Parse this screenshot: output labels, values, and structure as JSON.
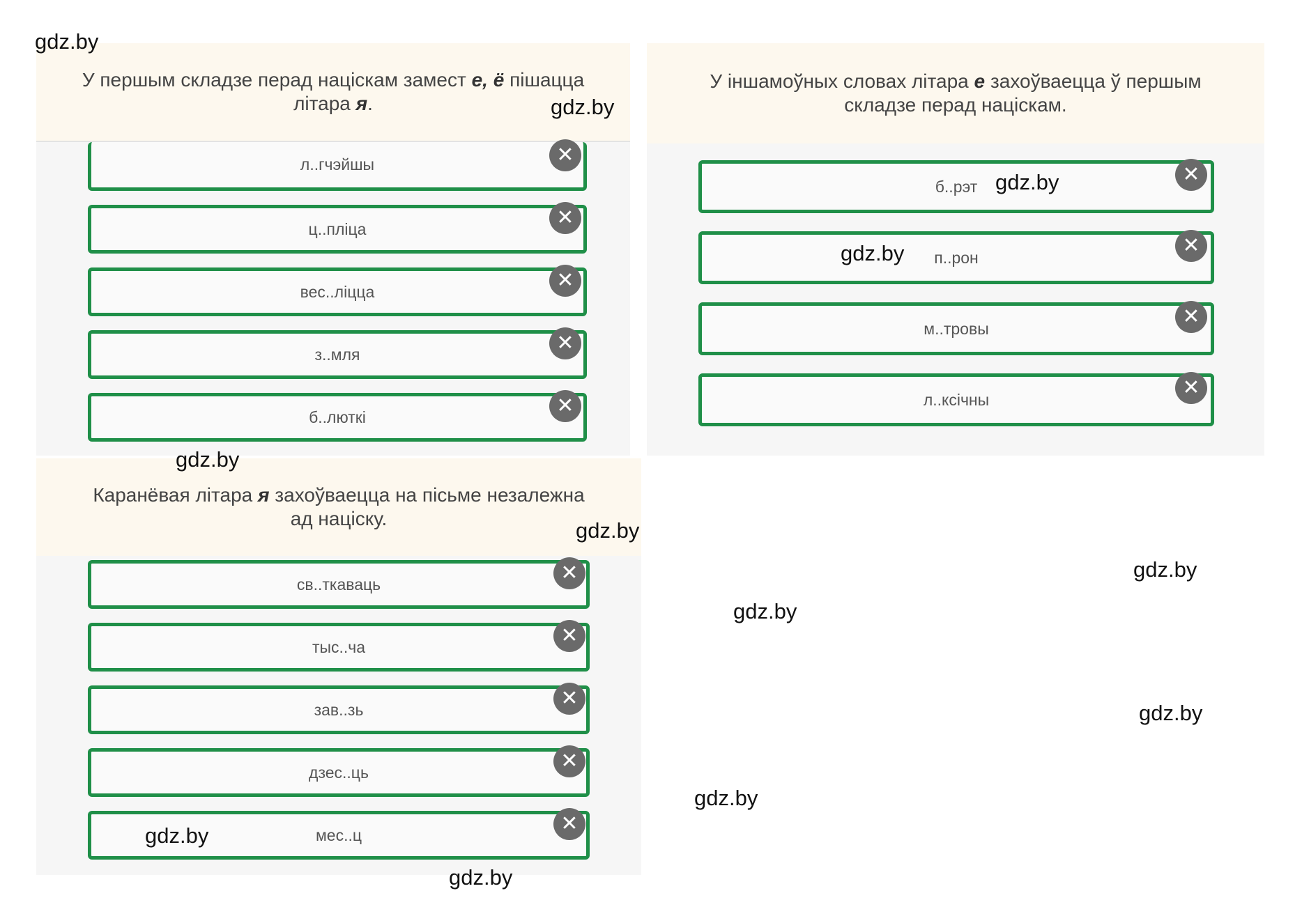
{
  "panels": [
    {
      "header_parts": [
        "У першым складзе перад націскам замест ",
        "е, ё",
        " пішацца",
        "літара ",
        "я",
        "."
      ],
      "words": [
        "л..гчэйшы",
        "ц..пліца",
        "вес..ліцца",
        "з..мля",
        "б..люткі"
      ]
    },
    {
      "header_parts": [
        "У іншамоўных словах літара ",
        "е",
        " захоўваецца ў першым",
        "складзе перад націскам."
      ],
      "words": [
        "б..рэт",
        "п..рон",
        "м..тровы",
        "л..ксічны"
      ]
    },
    {
      "header_parts": [
        "Каранёвая літара ",
        "я",
        " захоўваецца на пісьме незалежна",
        "ад націску."
      ],
      "words": [
        "св..ткаваць",
        "тыс..ча",
        "зав..зь",
        "дзес..ць",
        "мес..ц"
      ]
    }
  ],
  "close_symbol": "✕",
  "watermark_text": "gdz.by"
}
